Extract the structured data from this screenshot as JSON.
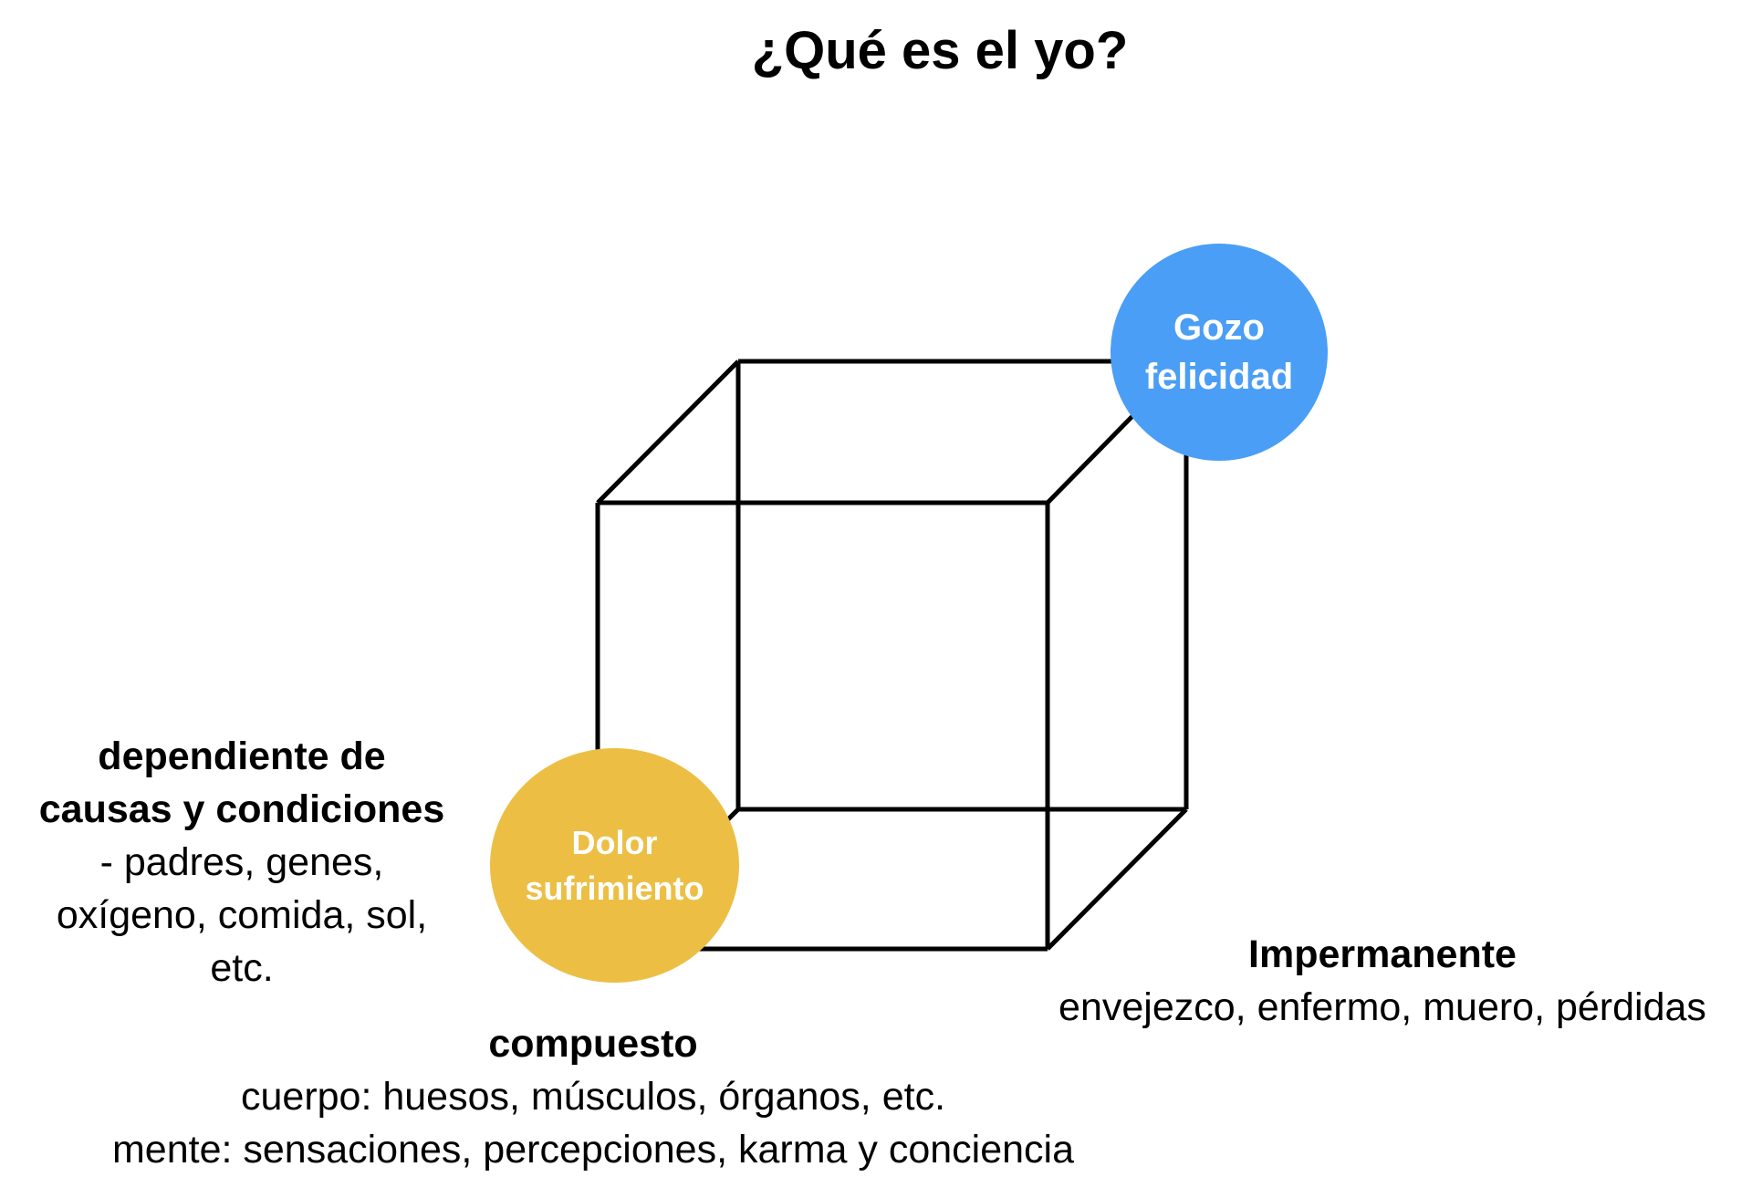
{
  "title": "¿Qué es el yo?",
  "circles": {
    "blue": {
      "line1": "Gozo",
      "line2": "felicidad",
      "color": "#4a9ef5"
    },
    "yellow": {
      "line1": "Dolor",
      "line2": "sufrimiento",
      "color": "#ecbf44"
    }
  },
  "labels": {
    "left": {
      "heading1": "dependiente de",
      "heading2": "causas y condiciones",
      "line1": "- padres, genes,",
      "line2": "oxígeno, comida, sol,",
      "line3": "etc."
    },
    "bottom": {
      "heading": "compuesto",
      "line1": "cuerpo: huesos, músculos, órganos, etc.",
      "line2": "mente: sensaciones, percepciones, karma y conciencia"
    },
    "right": {
      "heading": "Impermanente",
      "line1": "envejezco, enfermo, muero, pérdidas"
    }
  }
}
